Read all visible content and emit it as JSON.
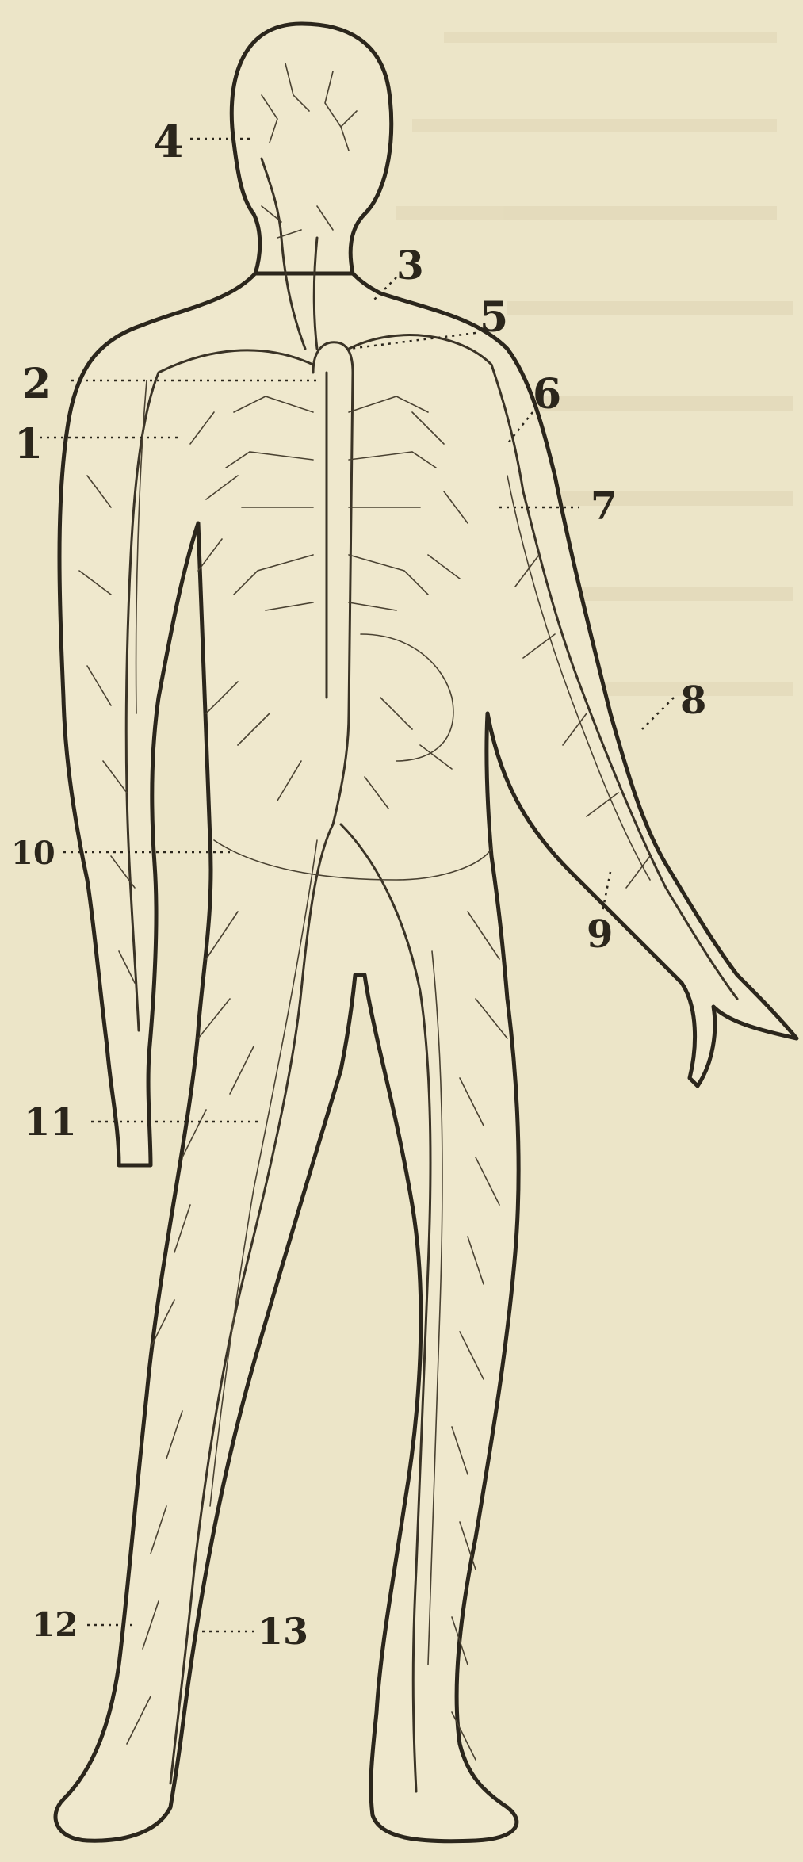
{
  "diagram": {
    "labels": [
      {
        "id": "1",
        "text": "1"
      },
      {
        "id": "2",
        "text": "2"
      },
      {
        "id": "3",
        "text": "3"
      },
      {
        "id": "4",
        "text": "4"
      },
      {
        "id": "5",
        "text": "5"
      },
      {
        "id": "6",
        "text": "6"
      },
      {
        "id": "7",
        "text": "7"
      },
      {
        "id": "8",
        "text": "8"
      },
      {
        "id": "9",
        "text": "9"
      },
      {
        "id": "10",
        "text": "10"
      },
      {
        "id": "11",
        "text": "11"
      },
      {
        "id": "12",
        "text": "12"
      },
      {
        "id": "13",
        "text": "13"
      }
    ]
  },
  "colors": {
    "paper": "#ece5c8",
    "ink": "#2b261c"
  },
  "icons": {
    "figure": "human-circulatory-system-illustration"
  }
}
